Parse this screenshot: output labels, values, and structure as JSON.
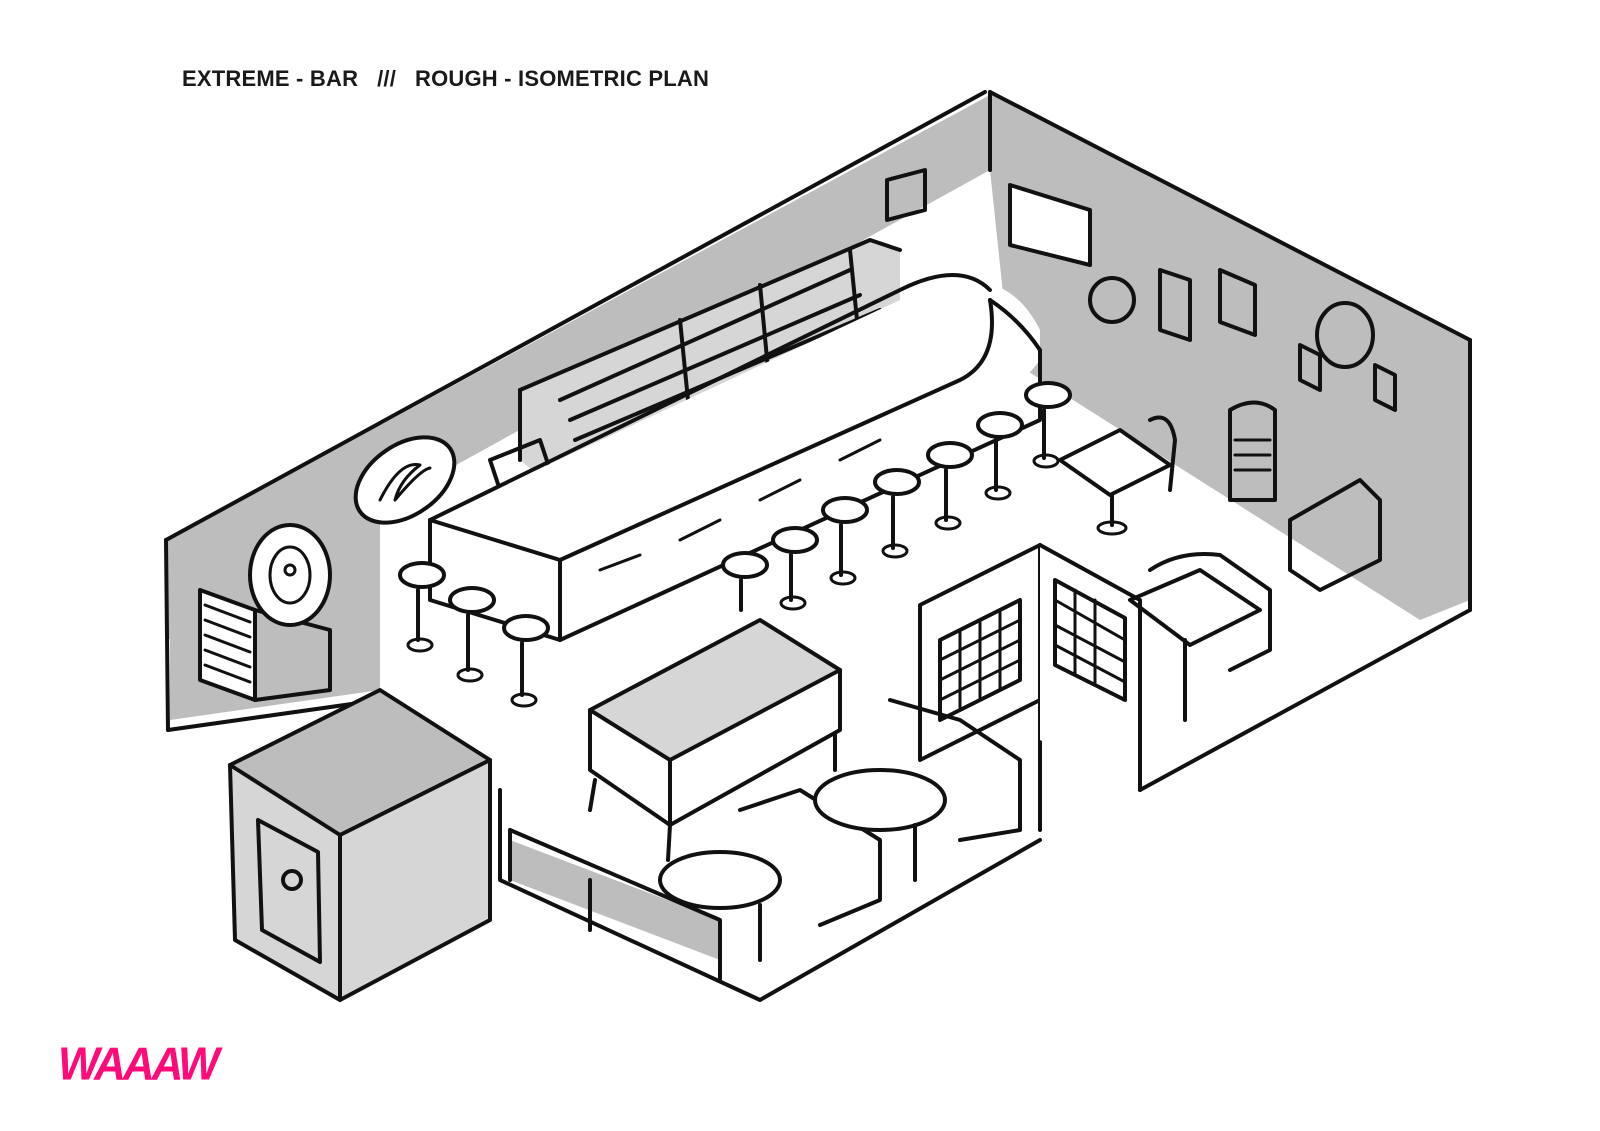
{
  "title": {
    "project": "EXTREME - BAR",
    "separator": "///",
    "subtitle": "ROUGH - ISOMETRIC PLAN"
  },
  "logo": {
    "text": "WAAAW",
    "color": "#ff0a78"
  },
  "drawing": {
    "style": "hand-drawn sketch, grey marker shading",
    "stroke_color": "#111111",
    "shade_color": "#bdbdbd",
    "elements": [
      "entrance door",
      "curved bar counter",
      "back bar shelving",
      "bar stools",
      "pool table",
      "booth seating",
      "partition with window grid",
      "small tables with chairs",
      "armchairs",
      "wall-mounted screen",
      "wall decorations"
    ]
  }
}
